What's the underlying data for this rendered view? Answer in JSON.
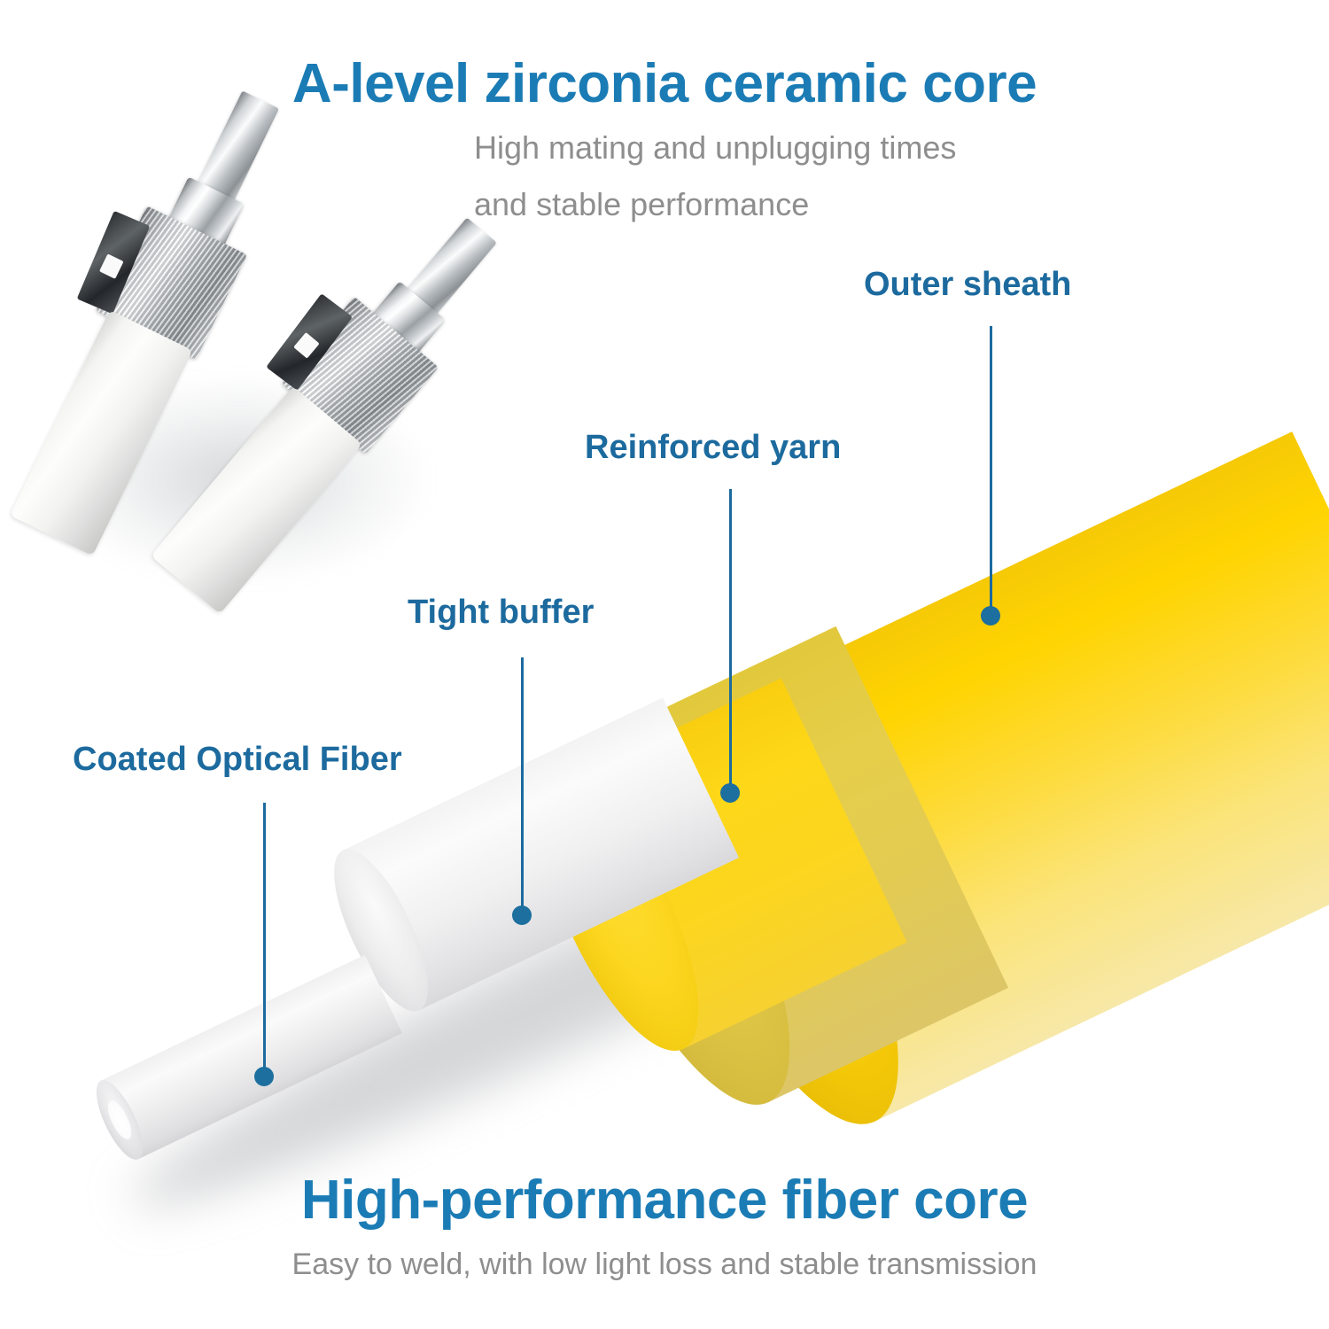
{
  "headings": {
    "top": {
      "title": "A-level zirconia ceramic core",
      "subtitle_line1": "High mating and unplugging times",
      "subtitle_line2": "and stable performance"
    },
    "bottom": {
      "title": "High-performance fiber core",
      "subtitle_line1": "Easy to weld, with low light loss and stable transmission"
    }
  },
  "callouts": [
    {
      "id": "outer-sheath",
      "label": "Outer sheath"
    },
    {
      "id": "reinforced-yarn",
      "label": "Reinforced yarn"
    },
    {
      "id": "tight-buffer",
      "label": "Tight buffer"
    },
    {
      "id": "coated-optical-fiber",
      "label": "Coated Optical Fiber"
    }
  ],
  "colors": {
    "heading_blue": "#1b7cb5",
    "callout_blue": "#1c6a9e",
    "subtitle_gray": "#8e8e8e",
    "outer_sheath_yellow": "#FFD400",
    "outer_sheath_yellow_light": "#FBE27A",
    "reinforced_yarn_yellow": "#DFC545",
    "tight_buffer_yellow": "#FCD61E",
    "fiber_white": "#EDEDEE",
    "background": "#FFFFFF"
  },
  "diagram": {
    "type": "cutaway-cross-section",
    "subject": "fiber optic patch cable",
    "layers_outer_to_inner": [
      "Outer sheath",
      "Reinforced yarn",
      "Tight buffer",
      "Coated Optical Fiber"
    ],
    "connector_count": 2,
    "connector_type": "LC ceramic ferrule connector"
  }
}
